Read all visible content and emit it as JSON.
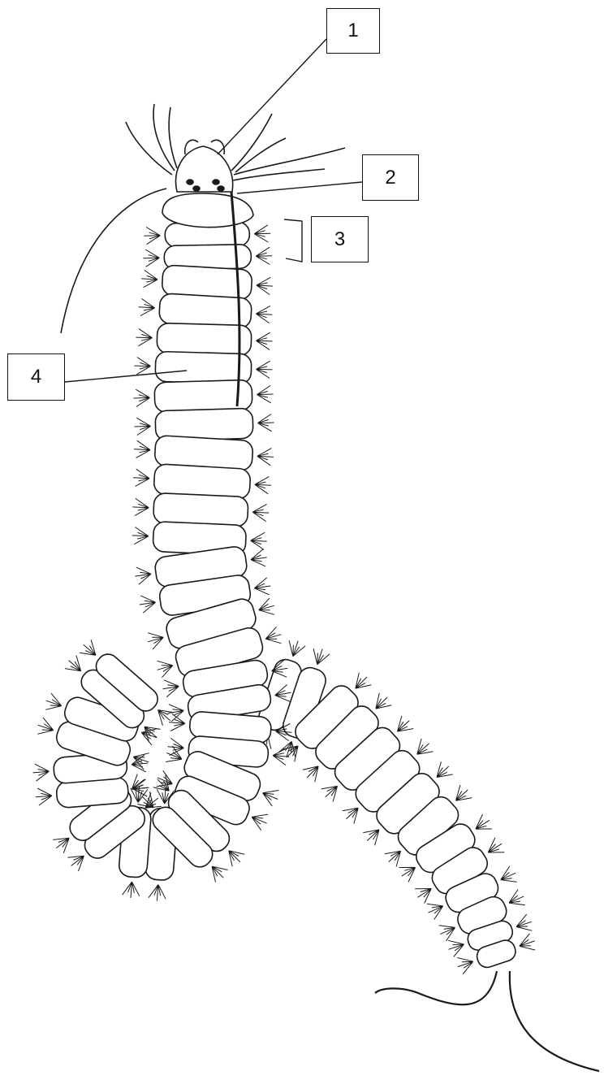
{
  "diagram": {
    "labels": [
      {
        "id": "1",
        "text": "1"
      },
      {
        "id": "2",
        "text": "2"
      },
      {
        "id": "3",
        "text": "3"
      },
      {
        "id": "4",
        "text": "4"
      }
    ],
    "colors": {
      "line": "#1a1a1a",
      "body_fill": "#ffffff",
      "background": "#ffffff"
    }
  }
}
